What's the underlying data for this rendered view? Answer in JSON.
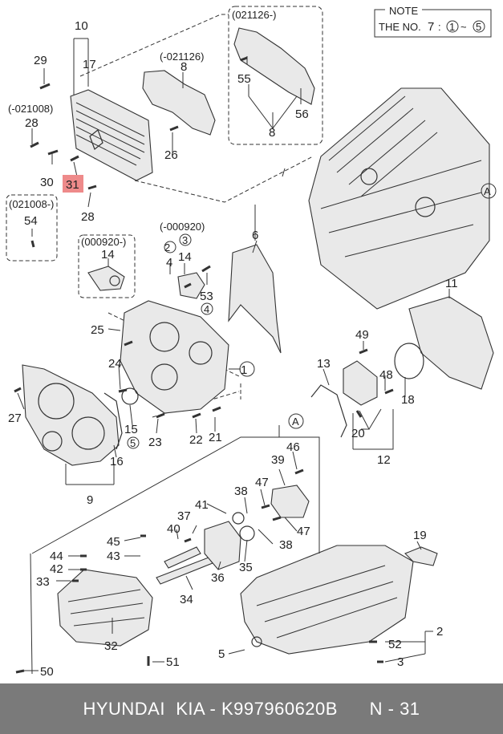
{
  "note": {
    "title": "NOTE",
    "line_prefix": "THE NO.",
    "line_seven": "7",
    "line_sep": ":",
    "range_start": "1",
    "range_tilde": "~",
    "range_end": "5"
  },
  "date_codes": {
    "upper_right": "(021126-)",
    "upper_mid": "(-021126)",
    "left_upper": "(-021008)",
    "left_lower": "(021008-)",
    "pump_new": "(000920-)",
    "pump_old": "(-000920)"
  },
  "callouts": {
    "c1": "1",
    "c2": "2",
    "c3": "3",
    "c4": "4",
    "c5": "5",
    "c6": "6",
    "c8a": "8",
    "c8b": "8",
    "c9": "9",
    "c10": "10",
    "c11": "11",
    "c12": "12",
    "c13": "13",
    "c14a": "14",
    "c14b": "14",
    "c15": "15",
    "c16": "16",
    "c17": "17",
    "c18": "18",
    "c19": "19",
    "c20": "20",
    "c21": "21",
    "c22": "22",
    "c23": "23",
    "c24": "24",
    "c25": "25",
    "c26": "26",
    "c27": "27",
    "c28a": "28",
    "c28b": "28",
    "c29": "29",
    "c30": "30",
    "c31": "31",
    "c32": "32",
    "c33": "33",
    "c34": "34",
    "c35": "35",
    "c36": "36",
    "c37": "37",
    "c38a": "38",
    "c38b": "38",
    "c39": "39",
    "c40": "40",
    "c41": "41",
    "c42": "42",
    "c43": "43",
    "c44": "44",
    "c45": "45",
    "c46": "46",
    "c47a": "47",
    "c47b": "47",
    "c48": "48",
    "c49": "49",
    "c50": "50",
    "c51": "51",
    "c52": "52",
    "c53": "53",
    "c54": "54",
    "c55": "55",
    "c56": "56",
    "cA1": "A",
    "cA2": "A"
  },
  "circled": {
    "o1": "1",
    "o2": "2",
    "o3": "3",
    "o4": "4",
    "o5": "5"
  },
  "highlight_part": "31",
  "colors": {
    "highlight": "#ee8a8a",
    "footer_bg": "#7a7a7a",
    "footer_text": "#ffffff"
  },
  "footer": {
    "text": "HYUNDAI  KIA - K997960620B      N - 31"
  }
}
